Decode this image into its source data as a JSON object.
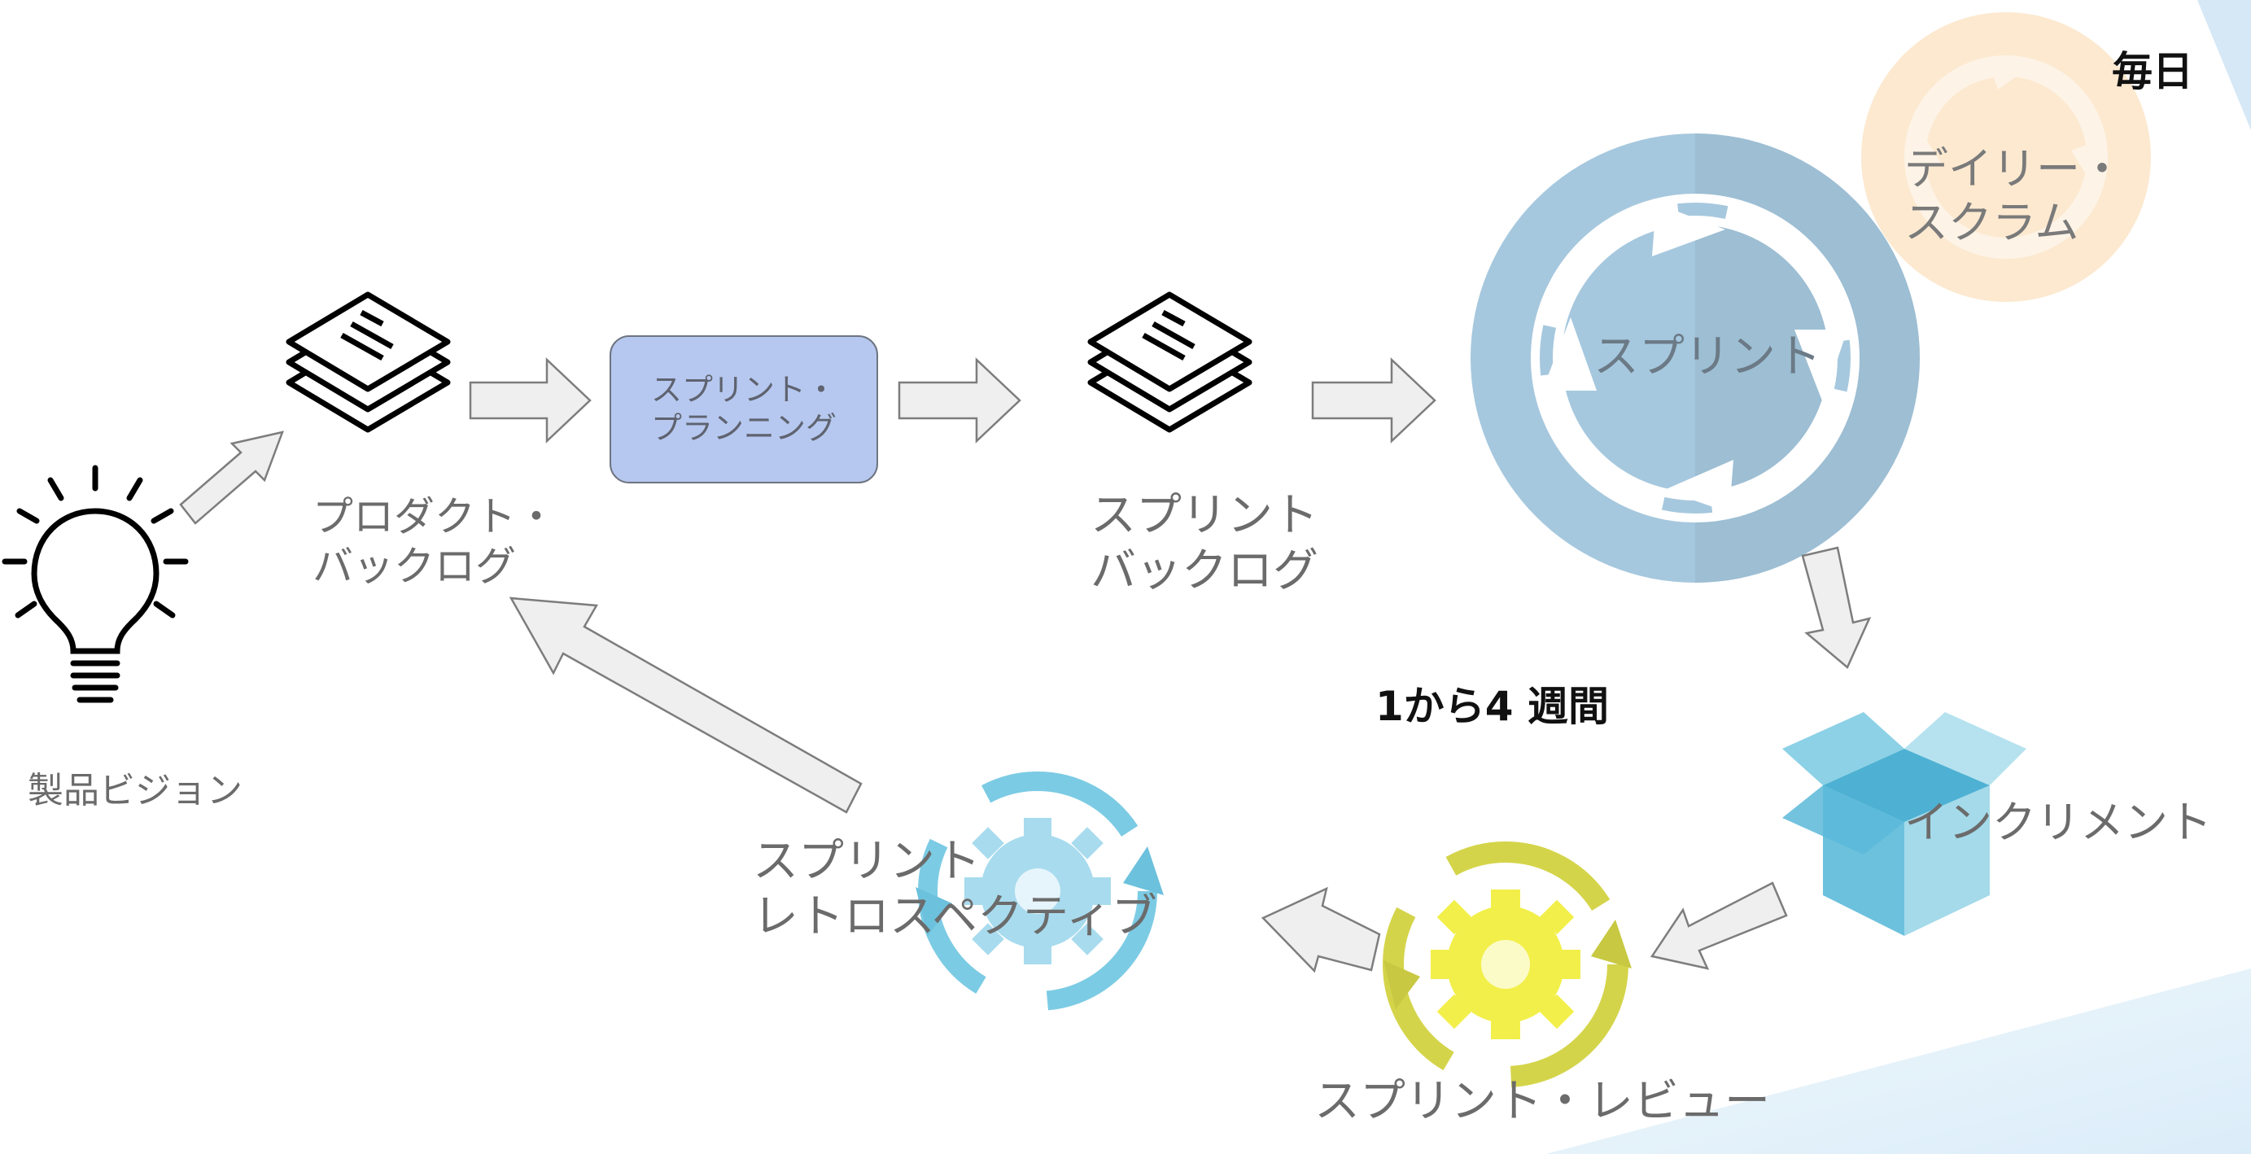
{
  "colors": {
    "arrow_fill": "#efefef",
    "arrow_stroke": "#7d7d7d",
    "planning_box": "#b6c8ef",
    "sprint_circle": "#a6c8de",
    "daily_circle": "#fbe5c8",
    "increment_box": "#7fc8e0",
    "review_gear": "#e8e85a",
    "retro_gear": "#9fd4ea",
    "label_gray": "#6b6b6b"
  },
  "icons": {
    "vision": "lightbulb-icon",
    "product_backlog": "document-stack-icon",
    "sprint_backlog": "document-stack-icon",
    "sprint": "cycle-icon",
    "daily_scrum": "cycle-icon",
    "increment": "open-box-icon",
    "review": "gear-cycle-icon",
    "retrospective": "gear-cycle-icon"
  },
  "labels": {
    "vision": "製品ビジョン",
    "product_backlog": [
      "プロダクト・",
      "バックログ"
    ],
    "planning": [
      "スプリント・",
      "プランニング"
    ],
    "sprint_backlog": [
      "スプリント",
      "バックログ"
    ],
    "sprint": "スプリント",
    "daily_scrum": [
      "デイリー・",
      "スクラム"
    ],
    "daily": "毎日",
    "duration": "1から4 週間",
    "increment": "インクリメント",
    "review": "スプリント・レビュー",
    "retrospective": [
      "スプリント",
      "レトロスペクティブ"
    ]
  }
}
